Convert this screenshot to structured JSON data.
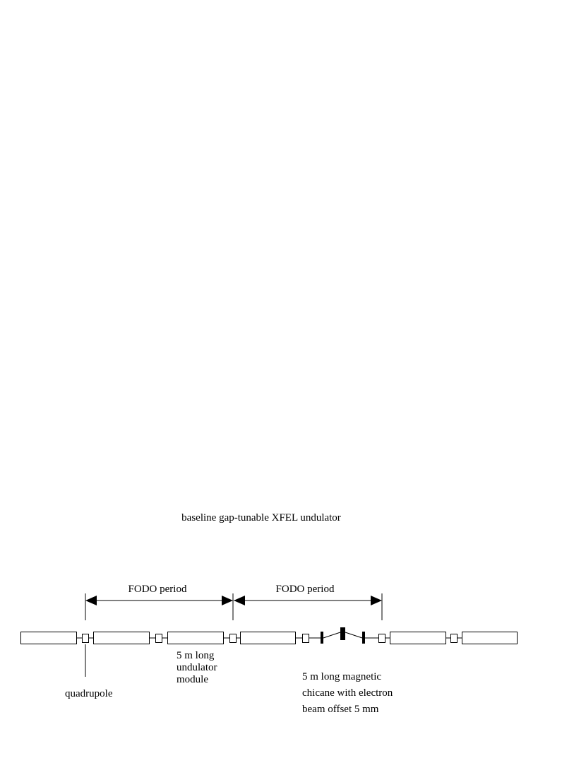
{
  "title": "baseline gap-tunable XFEL undulator",
  "period_labels": [
    "FODO  period",
    "FODO  period"
  ],
  "quadrupole_label": "quadrupole",
  "undulator_module_label": [
    "5 m long",
    "undulator",
    "module"
  ],
  "chicane_label": [
    "5  m  long magnetic",
    "chicane with electron",
    "beam offset  5 mm"
  ],
  "colors": {
    "line": "#000000",
    "background": "#ffffff"
  }
}
